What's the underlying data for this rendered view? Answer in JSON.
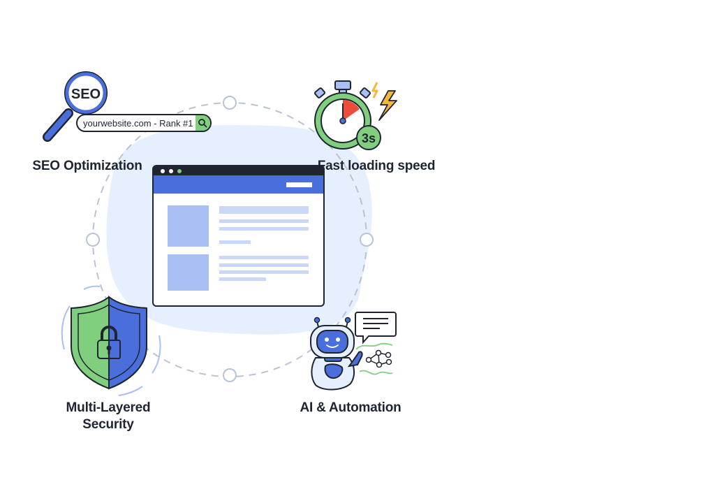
{
  "features": {
    "seo": {
      "title": "SEO Optimization",
      "badge": "SEO",
      "search_text": "yourwebsite.com - Rank #1",
      "icon": "magnifier-icon"
    },
    "speed": {
      "title": "Fast loading speed",
      "badge": "3s",
      "icon": "stopwatch-icon"
    },
    "security": {
      "title_line1": "Multi-Layered",
      "title_line2": "Security",
      "icon": "shield-lock-icon"
    },
    "ai": {
      "title": "AI & Automation",
      "icon": "robot-icon"
    }
  },
  "colors": {
    "blue": "#4a6fdc",
    "light_blue": "#a9bff3",
    "pale_blue": "#e6effd",
    "green": "#7fcf7f",
    "red": "#ee4c3a",
    "yellow": "#f3b739",
    "outline": "#1f2530"
  }
}
